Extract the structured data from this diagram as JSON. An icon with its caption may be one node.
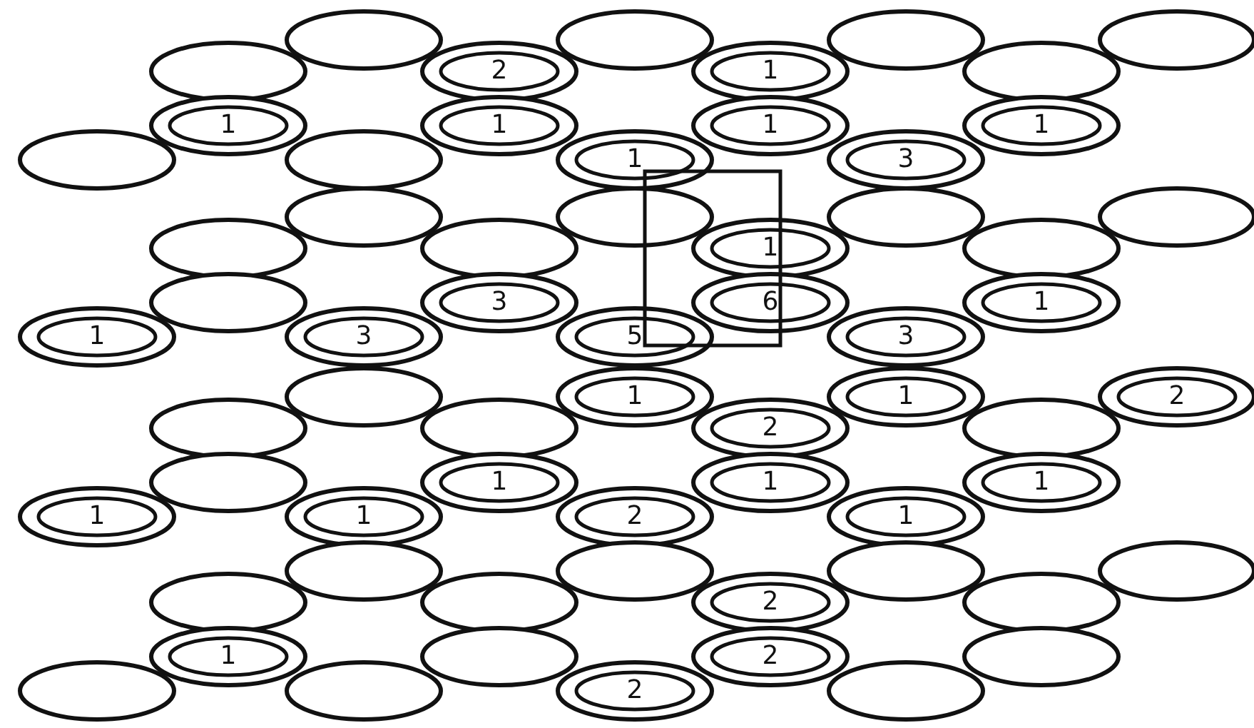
{
  "diagram": {
    "nodes": [
      {
        "text": [],
        "shape": "ellipse"
      },
      {
        "text": [],
        "shape": "ellipse"
      },
      {
        "text": [],
        "shape": "ellipse"
      },
      {
        "text": [],
        "shape": "ellipse"
      },
      {
        "text": [],
        "shape": "ellipse"
      },
      {
        "text": [
          "2"
        ]
      },
      {
        "text": [
          "1"
        ]
      },
      {
        "text": [],
        "shape": "ellipse"
      },
      {
        "text": [
          "1"
        ]
      },
      {
        "text": [
          "1"
        ]
      },
      {
        "text": [
          "1"
        ]
      },
      {
        "text": [
          "1"
        ]
      },
      {
        "text": [],
        "shape": "ellipse"
      },
      {
        "text": [],
        "shape": "ellipse"
      },
      {
        "text": [
          "1"
        ]
      },
      {
        "text": [
          "3"
        ]
      },
      {
        "text": [],
        "shape": "ellipse"
      },
      {
        "text": [],
        "shape": "ellipse"
      },
      {
        "text": [],
        "shape": "ellipse"
      },
      {
        "text": [],
        "shape": "ellipse"
      },
      {
        "text": [],
        "shape": "ellipse"
      },
      {
        "text": [],
        "shape": "ellipse"
      },
      {
        "text": [
          "1"
        ]
      },
      {
        "text": [],
        "shape": "ellipse"
      },
      {
        "text": [],
        "shape": "ellipse"
      },
      {
        "text": [
          "3"
        ]
      },
      {
        "text": [
          "6"
        ]
      },
      {
        "text": [
          "1"
        ]
      },
      {
        "text": [
          "1"
        ]
      },
      {
        "text": [
          "3"
        ]
      },
      {
        "text": [
          "5"
        ]
      },
      {
        "text": [
          "3"
        ]
      },
      {
        "text": [],
        "shape": "ellipse"
      },
      {
        "text": [
          "1"
        ]
      },
      {
        "text": [
          "1"
        ]
      },
      {
        "text": [
          "2"
        ]
      },
      {
        "text": [],
        "shape": "ellipse"
      },
      {
        "text": [],
        "shape": "ellipse"
      },
      {
        "text": [
          "2"
        ]
      },
      {
        "text": [],
        "shape": "ellipse"
      },
      {
        "text": [],
        "shape": "ellipse"
      },
      {
        "text": [
          "1"
        ]
      },
      {
        "text": [
          "1"
        ]
      },
      {
        "text": [
          "1"
        ]
      },
      {
        "text": [
          "1"
        ]
      },
      {
        "text": [
          "1"
        ]
      },
      {
        "text": [
          "2"
        ]
      },
      {
        "text": [
          "1"
        ]
      },
      {
        "text": [],
        "shape": "ellipse"
      },
      {
        "text": [],
        "shape": "ellipse"
      },
      {
        "text": [],
        "shape": "ellipse"
      },
      {
        "text": [],
        "shape": "ellipse"
      },
      {
        "text": [],
        "shape": "ellipse"
      },
      {
        "text": [],
        "shape": "ellipse"
      },
      {
        "text": [
          "2"
        ]
      },
      {
        "text": [],
        "shape": "ellipse"
      },
      {
        "text": [
          "1"
        ]
      },
      {
        "text": [],
        "shape": "ellipse"
      },
      {
        "text": [
          "2"
        ]
      },
      {
        "text": [],
        "shape": "ellipse"
      },
      {
        "text": [],
        "shape": "ellipse"
      },
      {
        "text": [],
        "shape": "ellipse"
      },
      {
        "text": [
          "2"
        ]
      },
      {
        "text": [],
        "shape": "ellipse"
      }
    ]
  }
}
